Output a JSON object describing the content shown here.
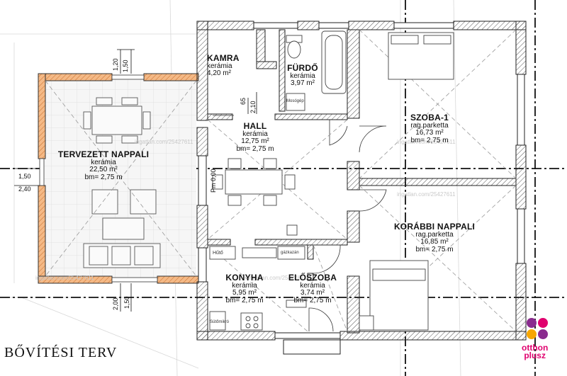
{
  "title": "BŐVÍTÉSI TERV",
  "logo": {
    "line1": "otthon",
    "line2": "plusz"
  },
  "rooms": {
    "kamra": {
      "name": "KAMRA",
      "floor": "kerámia",
      "area": "4,20 m²"
    },
    "furdo": {
      "name": "FÜRDŐ",
      "floor": "kerámia",
      "area": "3,97 m²"
    },
    "szoba1": {
      "name": "SZOBA-1",
      "floor": "rag.parketta",
      "area": "16,73 m²",
      "height": "bm= 2,75 m"
    },
    "hall": {
      "name": "HALL",
      "floor": "kerámia",
      "area": "12,75 m²",
      "height": "bm= 2,75 m"
    },
    "tervezett": {
      "name": "TERVEZETT NAPPALI",
      "floor": "kerámia",
      "area": "22,50 m²",
      "height": "bm= 2,75 m"
    },
    "korabbi": {
      "name": "KORÁBBI NAPPALI",
      "floor": "rag.parketta",
      "area": "16,85 m²",
      "height": "bm= 2,75 m"
    },
    "konyha": {
      "name": "KONYHA",
      "floor": "kerámia",
      "area": "5,95 m²",
      "height": "bm= 2,75 m"
    },
    "eloszoba": {
      "name": "ELŐSZOBA",
      "floor": "kerámia",
      "area": "3,74 m²",
      "height": "bm= 2,75 m"
    }
  },
  "dimensions": {
    "d_150_top": "1,50",
    "d_120_top": "1,20",
    "d_65": "65",
    "d_210": "2,10",
    "d_000": "Pm 0,00",
    "d_150_left": "1,50",
    "d_240_left": "2,40",
    "d_200_bottom": "2,00",
    "d_150_bottom": "1,50"
  },
  "fixtures": {
    "huto": "Hűtő",
    "gazkazan": "gázkazán",
    "mosogep": "Mosógép",
    "suto": "Sütőmikró"
  },
  "watermark": "ingatlan.com/25427611"
}
